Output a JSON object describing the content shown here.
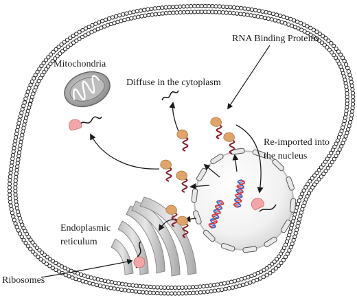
{
  "labels": {
    "rbp": "RNA Binding Proteins",
    "mito": "Mitochondria",
    "diffuse": "Diffuse in the cytoplasm",
    "reimport_line1": "Re-imported into",
    "reimport_line2": "the nucleus",
    "er_line1": "Endoplasmic",
    "er_line2": "reticulum",
    "ribosomes": "Ribosomes"
  },
  "colors": {
    "membrane_head": "#ffffff",
    "membrane_stroke": "#2a2a2a",
    "rna": "#8b1d2c",
    "protein": "#e0a36a",
    "ribosome": "#f3a6a8",
    "dna_red": "#d9383a",
    "dna_blue": "#3a5fc8",
    "organelle_gray": "#9e9e9e"
  }
}
